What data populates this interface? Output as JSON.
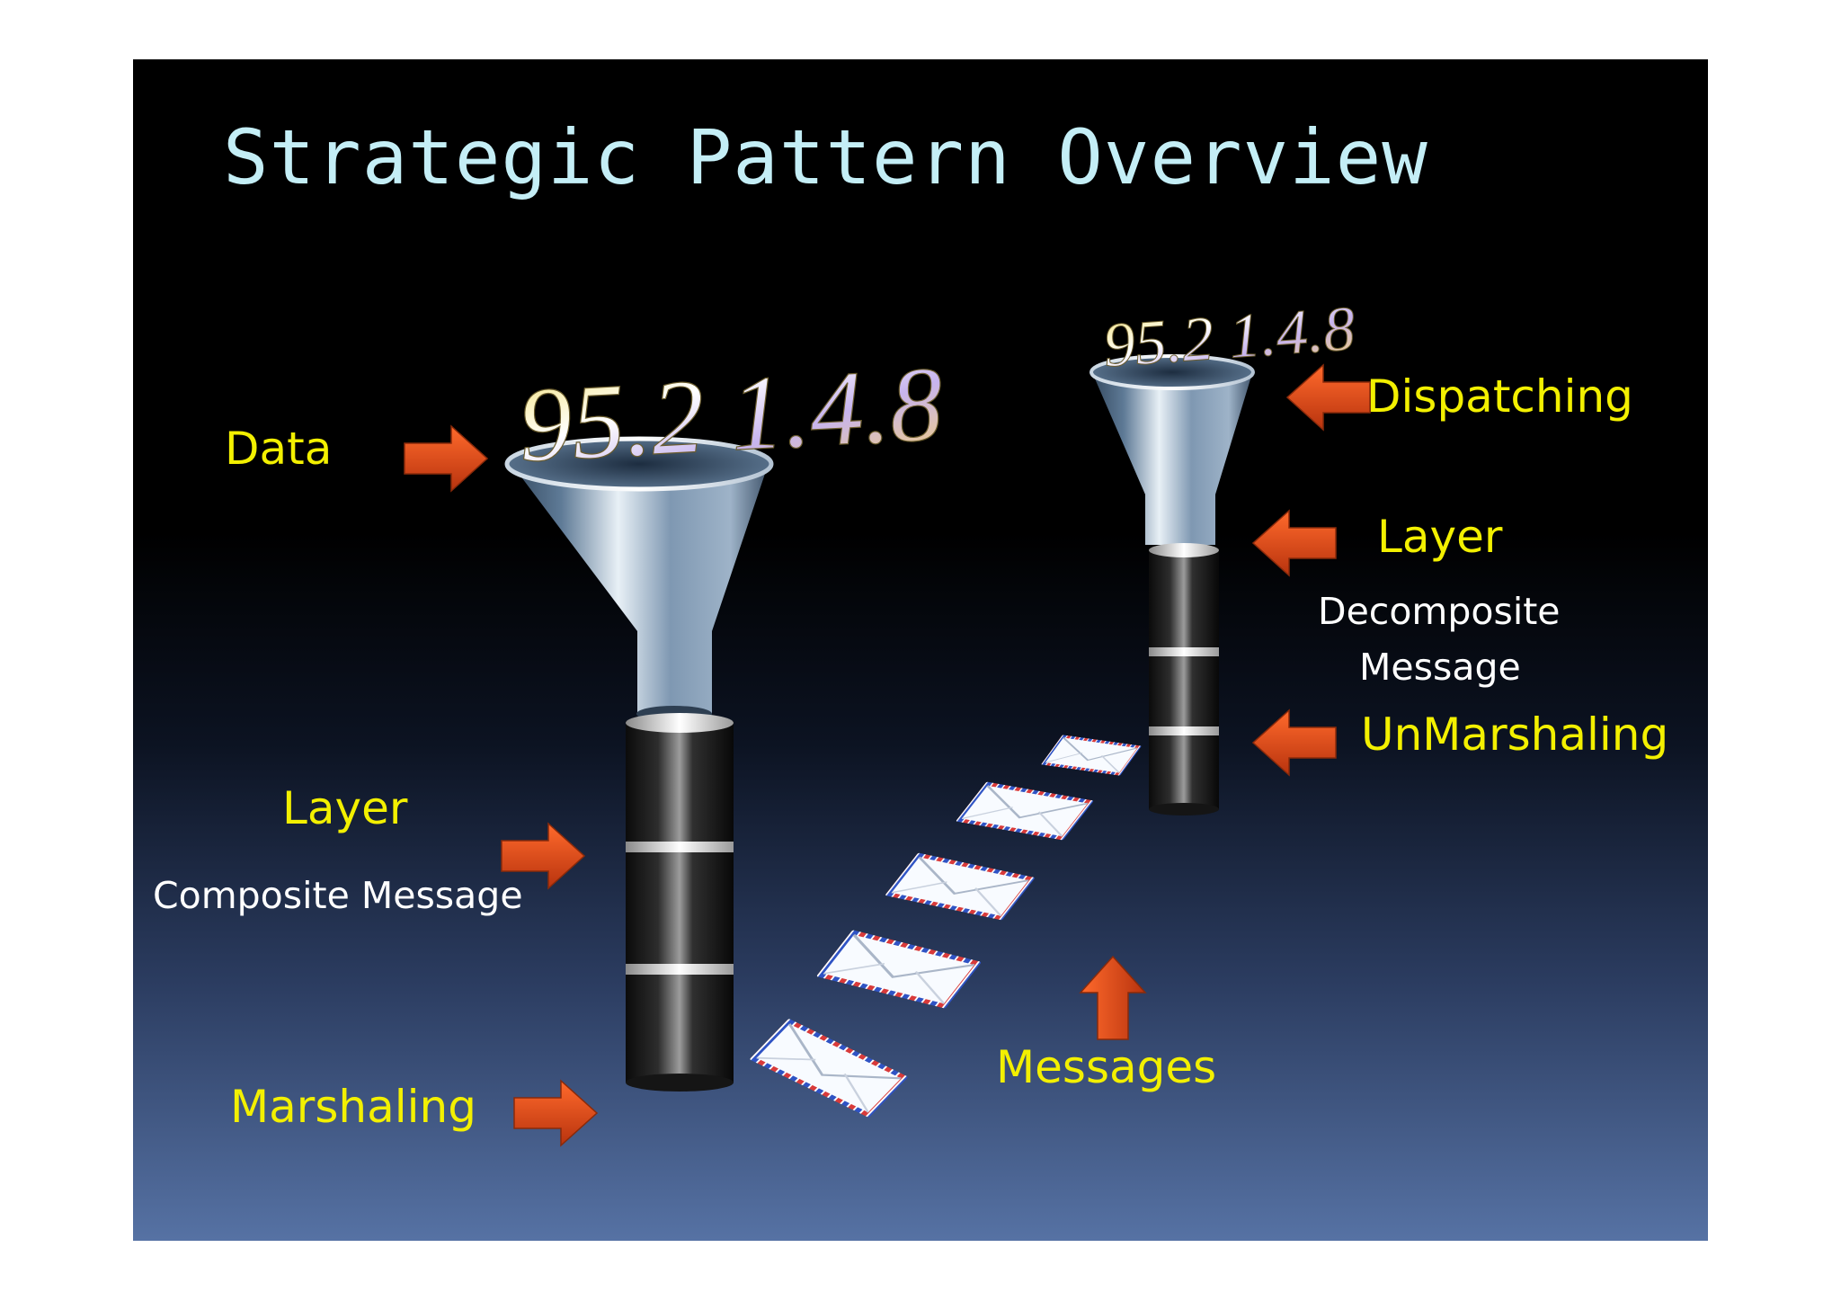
{
  "slide": {
    "title": "Strategic Pattern Overview",
    "background": {
      "top": "#000000",
      "bottom": "#5672a4"
    }
  },
  "digits": "95.2 1.4.8",
  "labels": {
    "data": "Data",
    "layer_left": "Layer",
    "composite_message": "Composite Message",
    "marshaling": "Marshaling",
    "messages": "Messages",
    "dispatching": "Dispatching",
    "layer_right": "Layer",
    "decomposite_line1": "Decomposite",
    "decomposite_line2": "Message",
    "unmarshaling": "UnMarshaling"
  },
  "colors": {
    "label_accent": "#f3f000",
    "label_plain": "#ffffff",
    "title": "#c4eef6",
    "arrow": "#e0451c"
  },
  "icons": [
    "funnel-icon",
    "cylinder-icon",
    "envelope-icon",
    "arrow-icon"
  ]
}
